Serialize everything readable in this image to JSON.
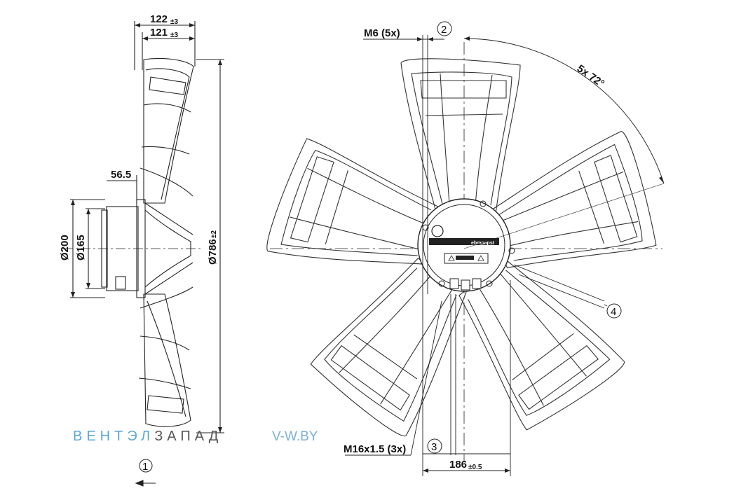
{
  "dimensions": {
    "width_outer": "122",
    "width_outer_tol": "±3",
    "width_inner": "121",
    "width_inner_tol": "±3",
    "hub_offset": "56.5",
    "dia_200": "Ø200",
    "dia_165": "Ø165",
    "dia_786": "Ø786",
    "dia_786_tol": "±2",
    "thread_m6": "M6 (5x)",
    "blade_angle": "5x 72°",
    "thread_m16": "M16x1.5 (3x)",
    "bolt_distance": "186",
    "bolt_distance_tol": "±0.5"
  },
  "callouts": {
    "c1": "1",
    "c2": "2",
    "c3": "3",
    "c4": "4"
  },
  "nameplate": {
    "logo": "ebmpapst"
  },
  "watermark": {
    "brand_part1": "ВЕНТЭЛ",
    "brand_part2": "ЗАПАД",
    "site": "V-W.BY"
  },
  "colors": {
    "line": "#222222",
    "watermark_blue": "#5aa9d6"
  }
}
